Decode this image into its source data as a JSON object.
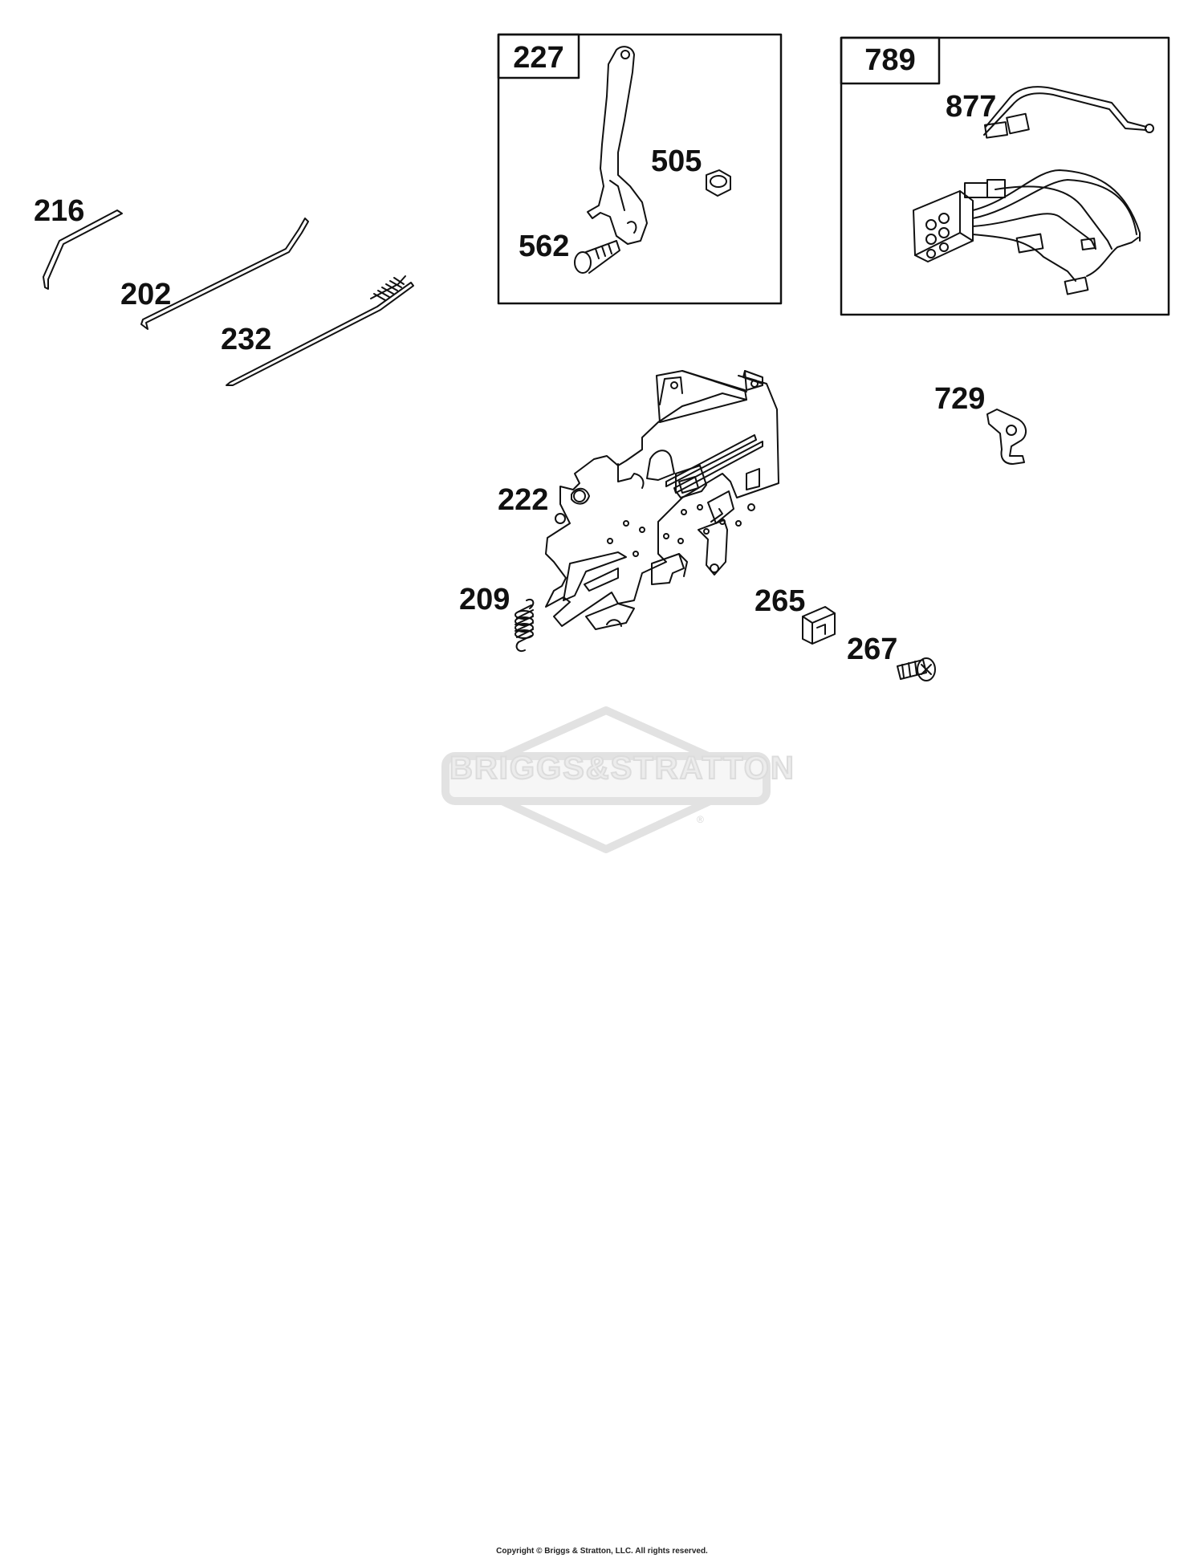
{
  "callouts": {
    "c216": "216",
    "c202": "202",
    "c232": "232",
    "c227": "227",
    "c505": "505",
    "c562": "562",
    "c789": "789",
    "c877": "877",
    "c729": "729",
    "c222": "222",
    "c209": "209",
    "c265": "265",
    "c267": "267"
  },
  "watermark": {
    "brand": "BRIGGS&STRATTON",
    "registered": "®"
  },
  "footer": {
    "copyright": "Copyright © Briggs & Stratton, LLC. All rights reserved."
  }
}
